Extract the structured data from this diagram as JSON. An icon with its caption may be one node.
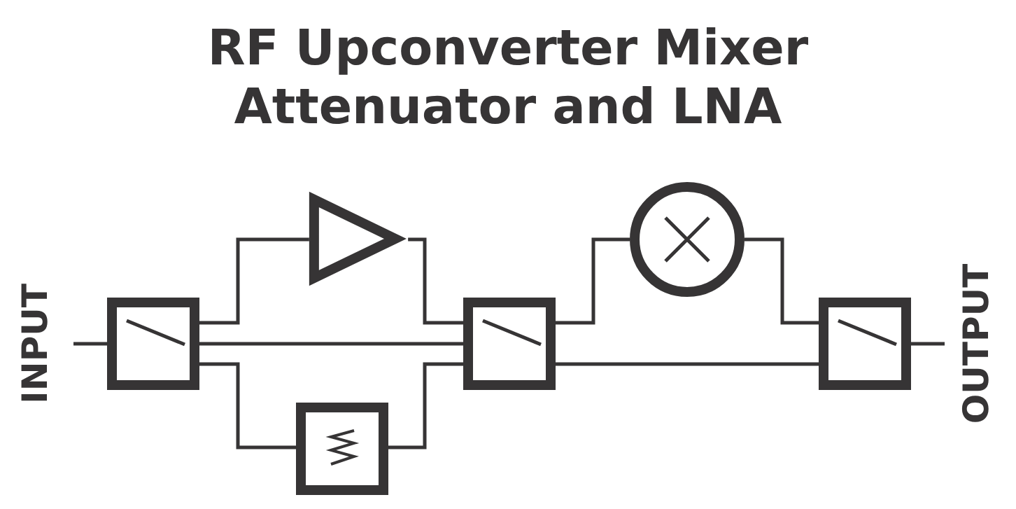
{
  "diagram": {
    "title": "RF Upconverter Mixer Attenuator and LNA",
    "nodes": [
      {
        "text": [
          "INPUT"
        ]
      },
      {
        "text": [],
        "shape": "box"
      },
      {
        "text": [],
        "shape": "triangle"
      },
      {
        "text": [],
        "shape": "box"
      },
      {
        "text": [],
        "shape": "box"
      },
      {
        "text": [],
        "shape": "circle"
      },
      {
        "text": [],
        "shape": "box"
      },
      {
        "text": [
          "OUTPUT"
        ]
      }
    ],
    "edges": [
      {
        "from": 0,
        "to": 1,
        "arrow": "none"
      },
      {
        "from": 1,
        "to": 2,
        "arrow": "none"
      },
      {
        "from": 2,
        "to": 4,
        "arrow": "none"
      },
      {
        "from": 1,
        "to": 4,
        "arrow": "none"
      },
      {
        "from": 1,
        "to": 3,
        "arrow": "none"
      },
      {
        "from": 3,
        "to": 4,
        "arrow": "none"
      },
      {
        "from": 4,
        "to": 5,
        "arrow": "none"
      },
      {
        "from": 5,
        "to": 6,
        "arrow": "none"
      },
      {
        "from": 4,
        "to": 6,
        "arrow": "none"
      },
      {
        "from": 6,
        "to": 7,
        "arrow": "none"
      }
    ]
  }
}
